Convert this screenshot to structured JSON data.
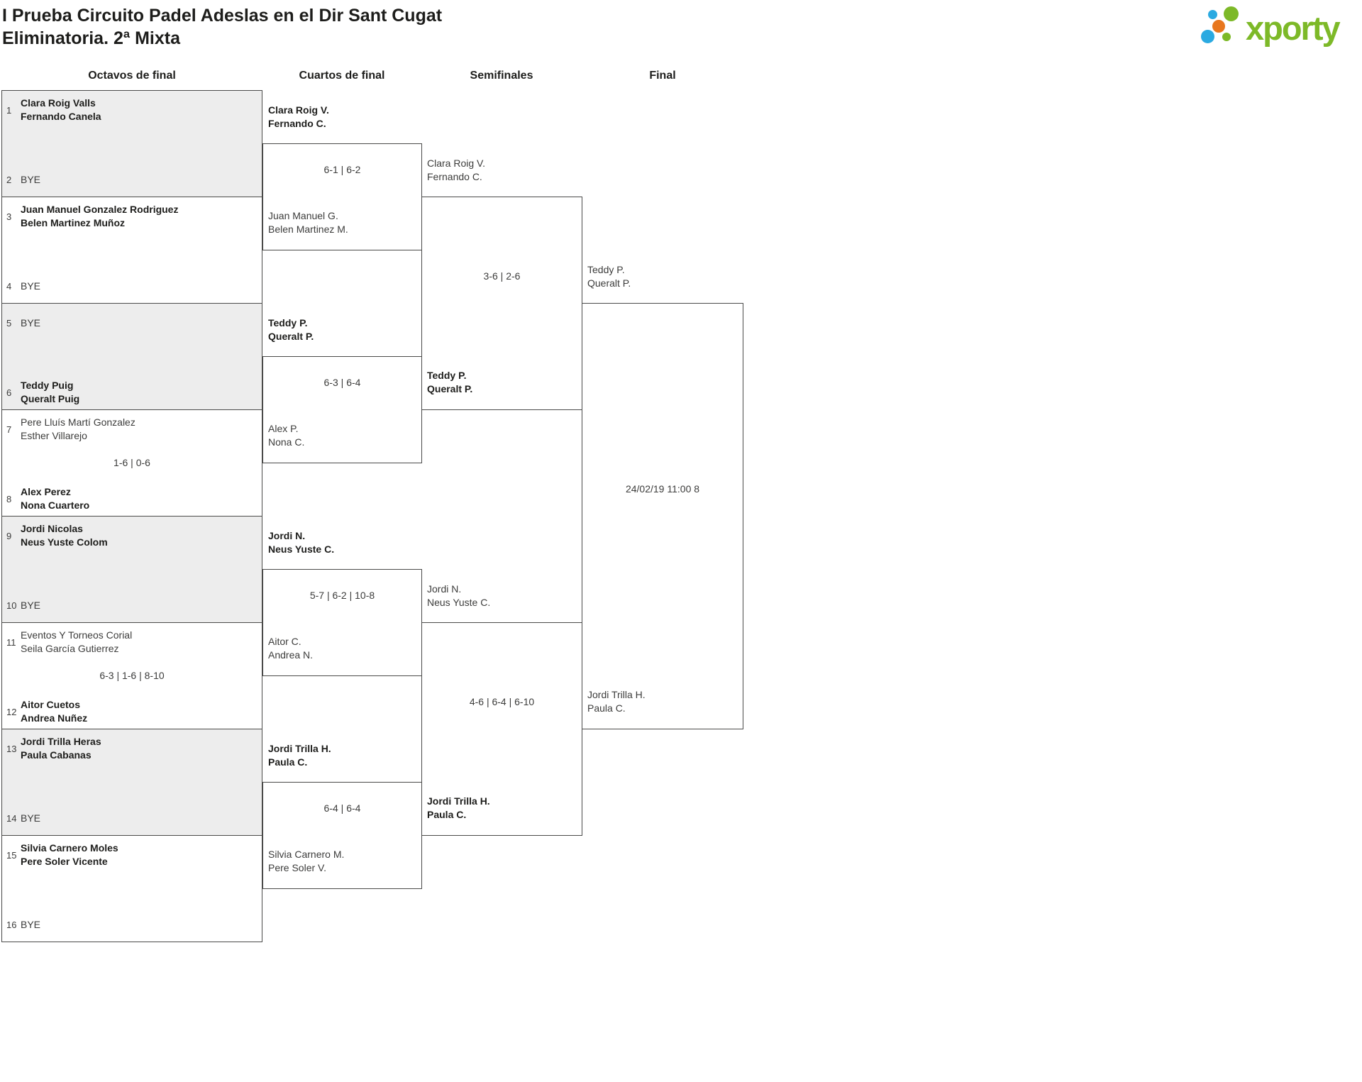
{
  "header": {
    "title": "I Prueba Circuito Padel Adeslas en el Dir Sant Cugat",
    "subtitle": "Eliminatoria. 2ª Mixta"
  },
  "logo": {
    "wordmark": "xporty"
  },
  "colors": {
    "logo-green": "#7db928",
    "logo-blue": "#2baae1",
    "logo-orange": "#e8771e",
    "border": "#4a4a49",
    "shade": "#ededed"
  },
  "rounds": [
    {
      "label": "Octavos de final"
    },
    {
      "label": "Cuartos de final"
    },
    {
      "label": "Semifinales"
    },
    {
      "label": "Final"
    }
  ],
  "r16": [
    {
      "seed1": "1",
      "team1": [
        "Clara Roig Valls",
        "Fernando Canela"
      ],
      "seed2": "2",
      "team2": [
        "BYE"
      ],
      "score": ""
    },
    {
      "seed1": "3",
      "team1": [
        "Juan Manuel Gonzalez Rodriguez",
        "Belen Martinez Muñoz"
      ],
      "seed2": "4",
      "team2": [
        "BYE"
      ],
      "score": ""
    },
    {
      "seed1": "5",
      "team1": [
        "BYE"
      ],
      "seed2": "6",
      "team2": [
        "Teddy Puig",
        "Queralt Puig"
      ],
      "score": ""
    },
    {
      "seed1": "7",
      "team1": [
        "Pere Lluís Martí Gonzalez",
        "Esther Villarejo"
      ],
      "seed2": "8",
      "team2": [
        "Alex Perez",
        "Nona Cuartero"
      ],
      "score": "1-6 | 0-6"
    },
    {
      "seed1": "9",
      "team1": [
        "Jordi Nicolas",
        "Neus Yuste Colom"
      ],
      "seed2": "10",
      "team2": [
        "BYE"
      ],
      "score": ""
    },
    {
      "seed1": "11",
      "team1": [
        "Eventos Y Torneos Corial",
        "Seila García Gutierrez"
      ],
      "seed2": "12",
      "team2": [
        "Aitor Cuetos",
        "Andrea Nuñez"
      ],
      "score": "6-3 | 1-6 | 8-10"
    },
    {
      "seed1": "13",
      "team1": [
        "Jordi Trilla Heras",
        "Paula Cabanas"
      ],
      "seed2": "14",
      "team2": [
        "BYE"
      ],
      "score": ""
    },
    {
      "seed1": "15",
      "team1": [
        "Silvia Carnero Moles",
        "Pere Soler Vicente"
      ],
      "seed2": "16",
      "team2": [
        "BYE"
      ],
      "score": ""
    }
  ],
  "quarterfinals": [
    {
      "p1": [
        "Clara Roig V.",
        "Fernando C."
      ],
      "score": "6-1 | 6-2",
      "p2": [
        "Juan Manuel G.",
        "Belen Martinez M."
      ]
    },
    {
      "p1": [
        "Teddy P.",
        "Queralt P."
      ],
      "score": "6-3 | 6-4",
      "p2": [
        "Alex P.",
        "Nona C."
      ]
    },
    {
      "p1": [
        "Jordi N.",
        "Neus Yuste C."
      ],
      "score": "5-7 | 6-2 | 10-8",
      "p2": [
        "Aitor C.",
        "Andrea N."
      ]
    },
    {
      "p1": [
        "Jordi Trilla H.",
        "Paula C."
      ],
      "score": "6-4 | 6-4",
      "p2": [
        "Silvia Carnero M.",
        "Pere Soler V."
      ]
    }
  ],
  "semifinals": [
    {
      "p1": [
        "Clara Roig V.",
        "Fernando C."
      ],
      "score": "3-6 | 2-6",
      "p2": [
        "Teddy P.",
        "Queralt P."
      ]
    },
    {
      "p1": [
        "Jordi N.",
        "Neus Yuste C."
      ],
      "score": "4-6 | 6-4 | 6-10",
      "p2": [
        "Jordi Trilla H.",
        "Paula C."
      ]
    }
  ],
  "final": {
    "p1": [
      "Teddy P.",
      "Queralt P."
    ],
    "schedule": "24/02/19 11:00 8",
    "p2": [
      "Jordi Trilla H.",
      "Paula C."
    ]
  }
}
